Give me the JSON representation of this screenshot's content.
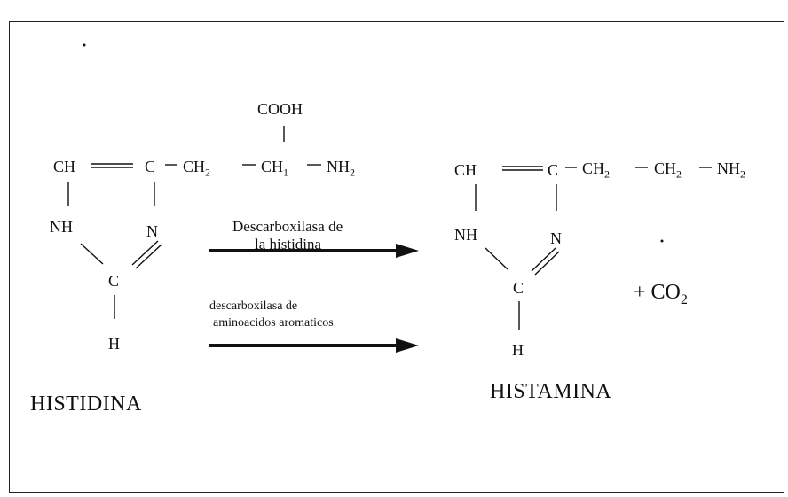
{
  "histidine": {
    "ch": "CH",
    "c": "C",
    "ch2": "CH",
    "ch2_sub": "2",
    "ch1": "CH",
    "ch1_sub": "1",
    "nh2": "NH",
    "nh2_sub": "2",
    "cooh": "COOH",
    "nh": "NH",
    "n": "N",
    "c_bottom": "C",
    "h": "H",
    "name": "HISTIDINA"
  },
  "histamine": {
    "ch": "CH",
    "c": "C",
    "ch2a": "CH",
    "ch2a_sub": "2",
    "ch2b": "CH",
    "ch2b_sub": "2",
    "nh2": "NH",
    "nh2_sub": "2",
    "nh": "NH",
    "n": "N",
    "c_bottom": "C",
    "h": "H",
    "name": "HISTAMINA",
    "co2": "+ CO",
    "co2_sub": "2"
  },
  "arrows": {
    "top_line1": "Descarboxilasa de",
    "top_line2": "la histidina",
    "bottom_line1": "descarboxilasa de",
    "bottom_line2": "aminoacidos aromaticos"
  }
}
